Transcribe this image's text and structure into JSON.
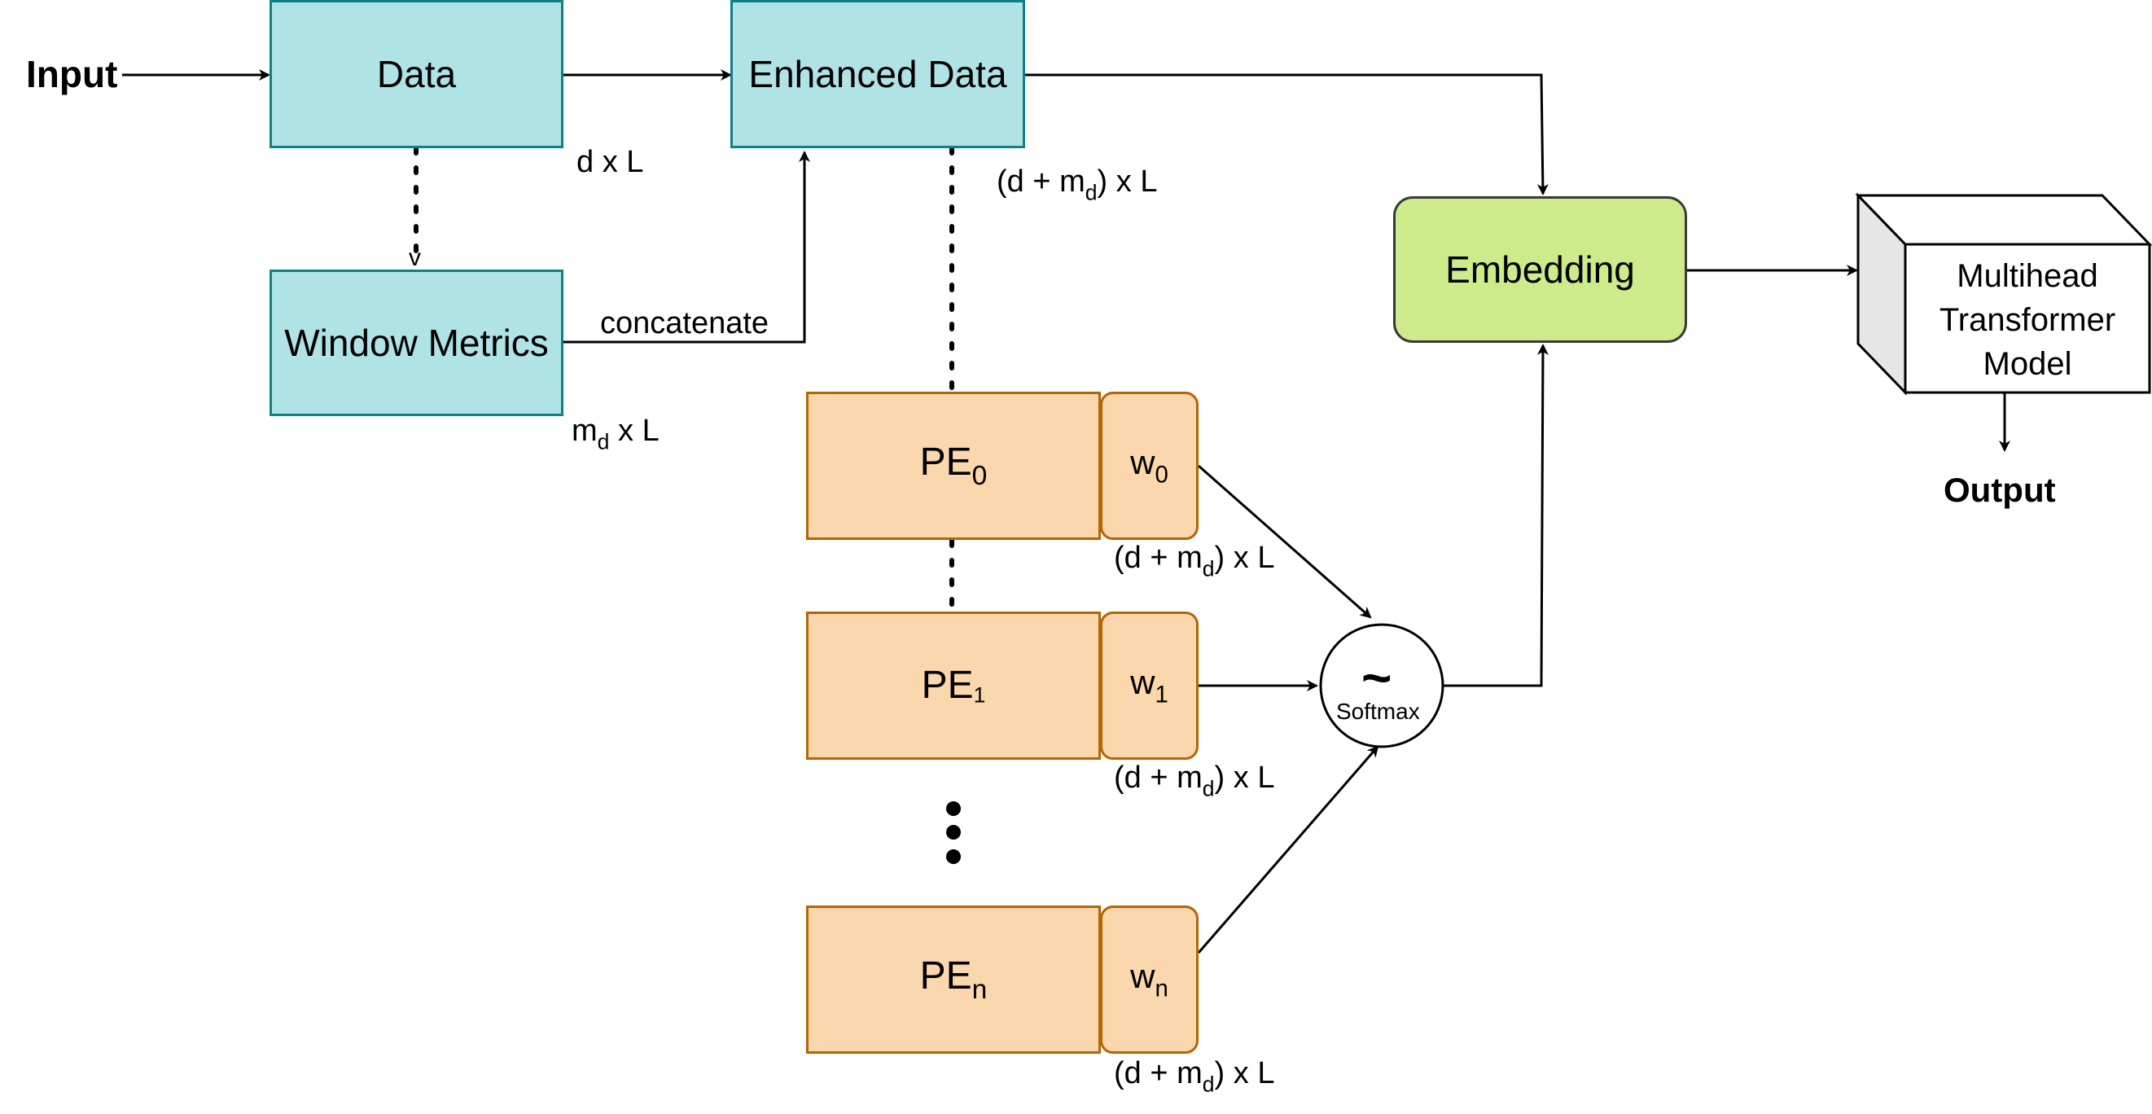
{
  "nodes": {
    "input": "Input",
    "data": "Data",
    "enhanced_data": "Enhanced Data",
    "window_metrics": "Window Metrics",
    "embedding": "Embedding",
    "transformer_line1": "Multihead",
    "transformer_line2": "Transformer",
    "transformer_line3": "Model",
    "output": "Output",
    "softmax_symbol": "~",
    "softmax_label": "Softmax"
  },
  "pe_blocks": [
    {
      "base": "PE",
      "index": "0",
      "weight_base": "w",
      "weight_index": "0",
      "dims_pre": "(d + m",
      "dims_sub": "d",
      "dims_post": ") x L"
    },
    {
      "base": "PE",
      "index": "1",
      "weight_base": "w",
      "weight_index": "1",
      "dims_pre": "(d + m",
      "dims_sub": "d",
      "dims_post": ") x L"
    },
    {
      "base": "PE",
      "index": "n",
      "weight_base": "w",
      "weight_index": "n",
      "dims_pre": "(d + m",
      "dims_sub": "d",
      "dims_post": ") x L"
    }
  ],
  "labels": {
    "data_dims": "d x L",
    "window_dims_pre": "m",
    "window_dims_sub": "d",
    "window_dims_post": " x L",
    "enhanced_dims_pre": "(d + m",
    "enhanced_dims_sub": "d",
    "enhanced_dims_post": ") x L",
    "concatenate": "concatenate",
    "dotted_arrow_head": "v"
  },
  "colors": {
    "teal_fill": "#b0e3e6",
    "teal_stroke": "#0e8088",
    "peach_fill": "#fad7ac",
    "peach_stroke": "#b46504",
    "green_fill": "#cdeb8b"
  }
}
